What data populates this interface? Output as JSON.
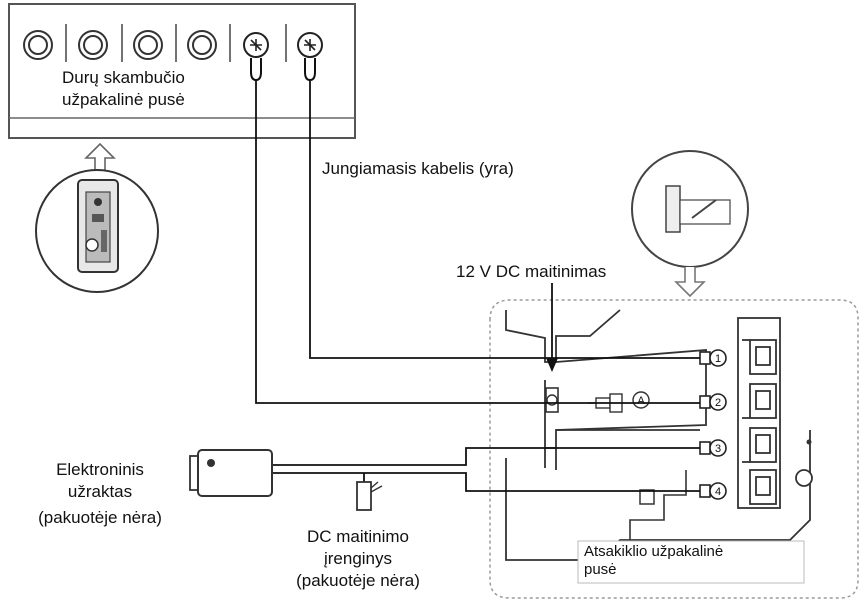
{
  "doorbell": {
    "label_line1": "Durų skambučio",
    "label_line2": "užpakalinė pusė"
  },
  "cable": {
    "label": "Jungiamasis kabelis (yra)"
  },
  "power": {
    "label": "12 V DC maitinimas"
  },
  "lock": {
    "line1": "Elektroninis",
    "line2": "užraktas",
    "line3": "(pakuotėje nėra)"
  },
  "dc_supply": {
    "line1": "DC maitinimo",
    "line2": "įrenginys",
    "line3": "(pakuotėje nėra)"
  },
  "monitor": {
    "label_line1": "Atsakiklio užpakalinė",
    "label_line2": "pusė",
    "terminals": [
      "1",
      "2",
      "3",
      "4"
    ],
    "marker": "A"
  },
  "colors": {
    "line": "#111111",
    "dashed_border": "#9a9a9a",
    "panel": "#ffffff"
  }
}
